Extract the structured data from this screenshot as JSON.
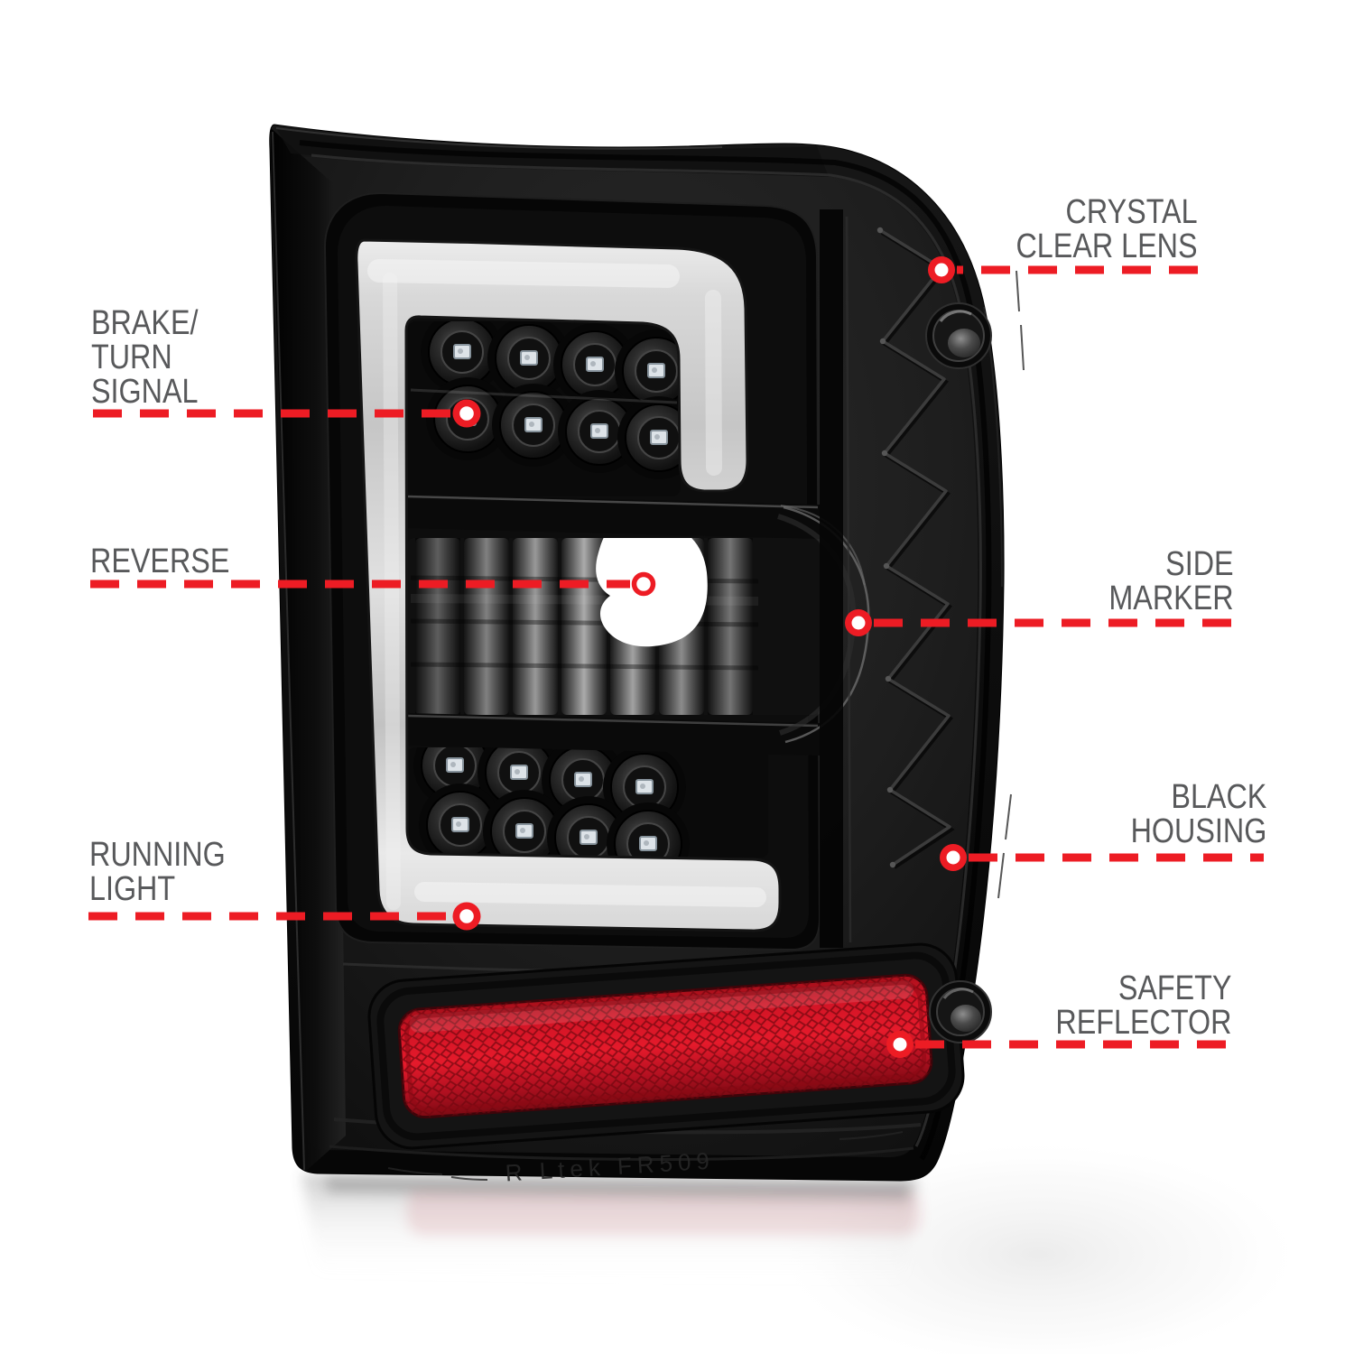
{
  "colors": {
    "background": "#ffffff",
    "callout_red": "#ed1c24",
    "callout_dot_center": "#ffffff",
    "label_gray": "#58595b",
    "reflector_red": "#e51a2b",
    "housing_black": "#0d0d0d",
    "tube_white": "#e0e0e0"
  },
  "callouts": [
    {
      "id": "crystal-clear-lens",
      "lines": [
        "CRYSTAL",
        "CLEAR LENS"
      ]
    },
    {
      "id": "brake-turn-signal",
      "lines": [
        "BRAKE/",
        "TURN",
        "SIGNAL"
      ]
    },
    {
      "id": "reverse",
      "lines": [
        "REVERSE"
      ]
    },
    {
      "id": "side-marker",
      "lines": [
        "SIDE",
        "MARKER"
      ]
    },
    {
      "id": "black-housing",
      "lines": [
        "BLACK",
        "HOUSING"
      ]
    },
    {
      "id": "running-light",
      "lines": [
        "RUNNING",
        "LIGHT"
      ]
    },
    {
      "id": "safety-reflector",
      "lines": [
        "SAFETY",
        "REFLECTOR"
      ]
    }
  ],
  "product": {
    "molded_text": "R Ltek FR509"
  }
}
